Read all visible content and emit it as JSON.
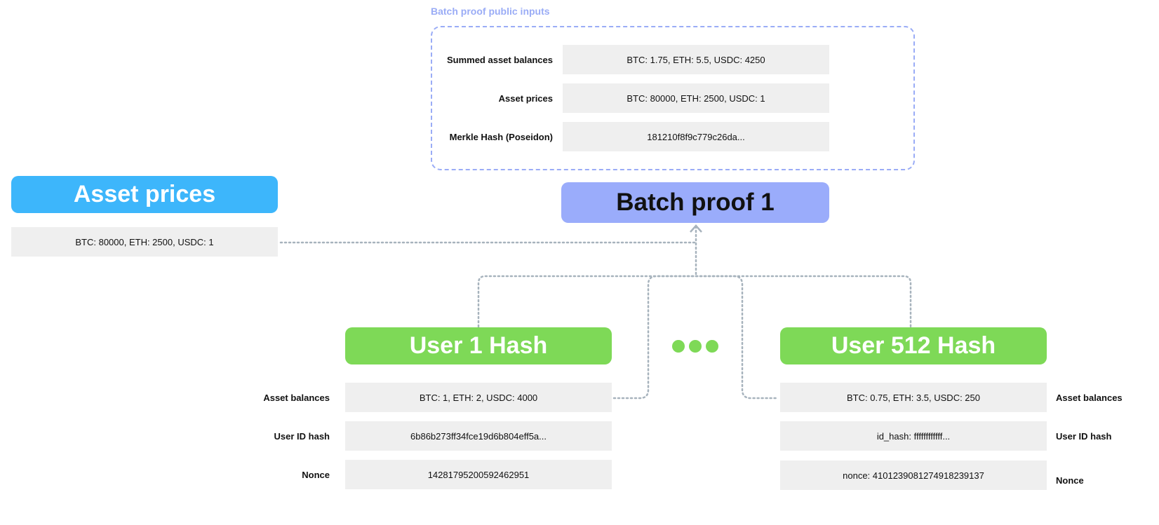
{
  "public_inputs": {
    "title": "Batch proof public inputs",
    "rows": [
      {
        "label": "Summed asset balances",
        "value": "BTC: 1.75, ETH: 5.5, USDC: 4250"
      },
      {
        "label": "Asset prices",
        "value": "BTC: 80000, ETH: 2500, USDC: 1"
      },
      {
        "label": "Merkle Hash (Poseidon)",
        "value": "181210f8f9c779c26da..."
      }
    ]
  },
  "batch_proof": {
    "title": "Batch proof 1"
  },
  "asset_prices": {
    "title": "Asset prices",
    "value": "BTC: 80000, ETH: 2500, USDC: 1"
  },
  "user1": {
    "title": "User 1 Hash",
    "rows": [
      {
        "label": "Asset balances",
        "value": "BTC: 1, ETH: 2, USDC: 4000"
      },
      {
        "label": "User ID hash",
        "value": "6b86b273ff34fce19d6b804eff5a..."
      },
      {
        "label": "Nonce",
        "value": "14281795200592462951"
      }
    ]
  },
  "user512": {
    "title": "User 512 Hash",
    "rows": [
      {
        "label": "Asset balances",
        "value": "BTC: 0.75, ETH: 3.5, USDC: 250"
      },
      {
        "label": "User ID hash",
        "value": "id_hash: ffffffffffff..."
      },
      {
        "label": "Nonce",
        "value": "nonce: 4101239081274918239137"
      }
    ]
  },
  "colors": {
    "batch": "#9aacfb",
    "asset_prices": "#3db6fb",
    "user": "#7ed957",
    "value_bg": "#efefef",
    "dashed_border": "#9aacf6",
    "connector": "#a7b3bd"
  },
  "ellipsis_icon": "three-dots-icon"
}
